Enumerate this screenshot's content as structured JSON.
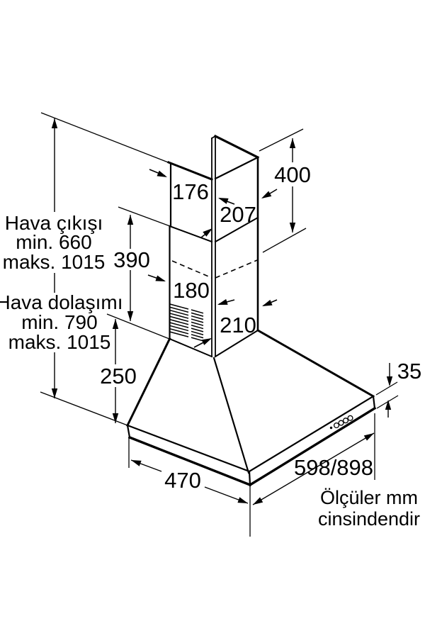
{
  "diagram": {
    "background": "#ffffff",
    "line_color": "#000000",
    "unit_note": {
      "line1": "Ölçüler mm",
      "line2": "cinsindendir"
    },
    "air_exhaust": {
      "title": "Hava çıkışı",
      "min": "min. 660",
      "max": "maks. 1015"
    },
    "air_recirculation": {
      "title": "Hava dolaşımı",
      "min": "min. 790",
      "max": "maks. 1015"
    },
    "dims": {
      "upper_duct_width": "176",
      "upper_duct_depth": "207",
      "upper_duct_height": "400",
      "lower_duct_height": "390",
      "lower_duct_width": "180",
      "lower_duct_depth": "210",
      "canopy_height": "250",
      "rim_height": "35",
      "canopy_depth": "470",
      "canopy_width": "598/898"
    }
  }
}
